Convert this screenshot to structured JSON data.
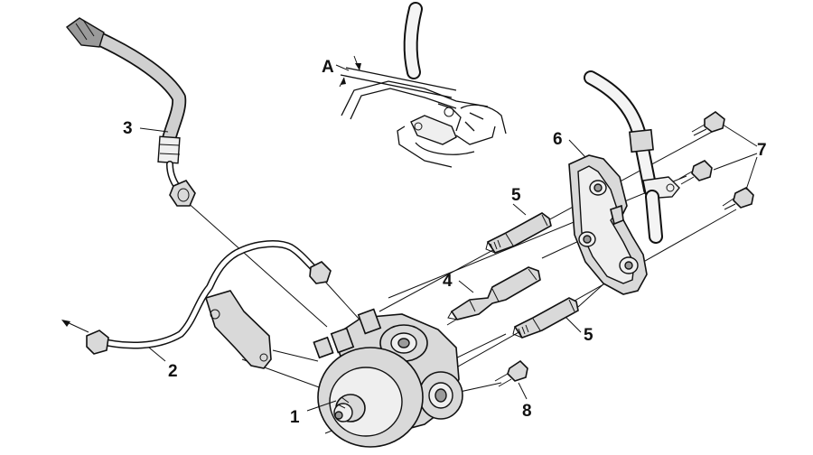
{
  "callouts": {
    "c1": "1",
    "c2": "2",
    "c3": "3",
    "c4": "4",
    "c5a": "5",
    "c5b": "5",
    "c6": "6",
    "c7": "7",
    "c8": "8",
    "cA": "A"
  },
  "colors": {
    "part_fill": "#d9d9d9",
    "outline": "#111111",
    "background": "#ffffff"
  }
}
